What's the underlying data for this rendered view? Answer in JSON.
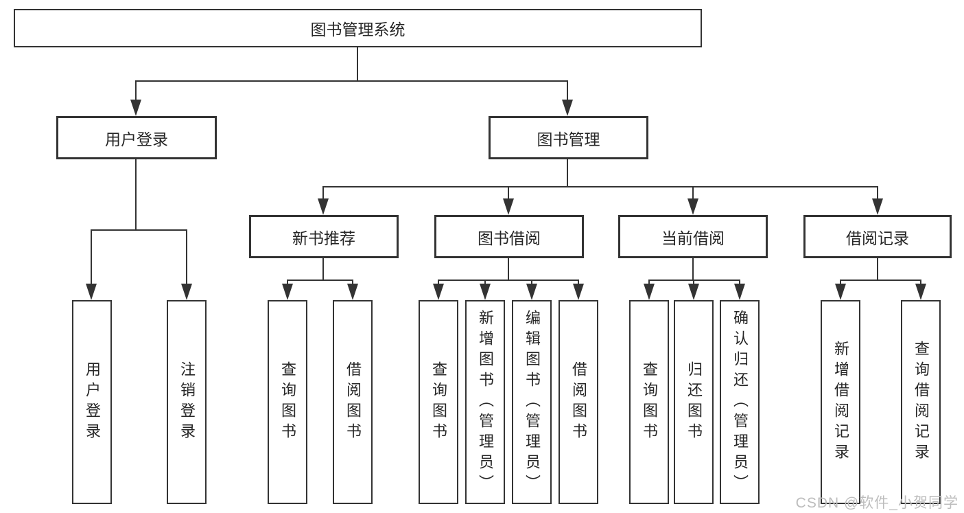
{
  "diagram": {
    "root": {
      "label": "图书管理系统"
    },
    "branches": [
      {
        "label": "用户登录",
        "children": [
          {
            "label": "用户登录"
          },
          {
            "label": "注销登录"
          }
        ]
      },
      {
        "label": "图书管理",
        "children": [
          {
            "label": "新书推荐",
            "children": [
              {
                "label": "查询图书"
              },
              {
                "label": "借阅图书"
              }
            ]
          },
          {
            "label": "图书借阅",
            "children": [
              {
                "label": "查询图书"
              },
              {
                "label": "新增图书（管理员）"
              },
              {
                "label": "编辑图书（管理员）"
              },
              {
                "label": "借阅图书"
              }
            ]
          },
          {
            "label": "当前借阅",
            "children": [
              {
                "label": "查询图书"
              },
              {
                "label": "归还图书"
              },
              {
                "label": "确认归还（管理员）"
              }
            ]
          },
          {
            "label": "借阅记录",
            "children": [
              {
                "label": "新增借阅记录"
              },
              {
                "label": "查询借阅记录"
              }
            ]
          }
        ]
      }
    ]
  },
  "watermark": {
    "text": "CSDN @软件_小贺同学"
  },
  "colors": {
    "line": "#333333",
    "box_border": "#333333",
    "text": "#262626",
    "watermark": "#bdbdbd",
    "background": "#ffffff"
  }
}
